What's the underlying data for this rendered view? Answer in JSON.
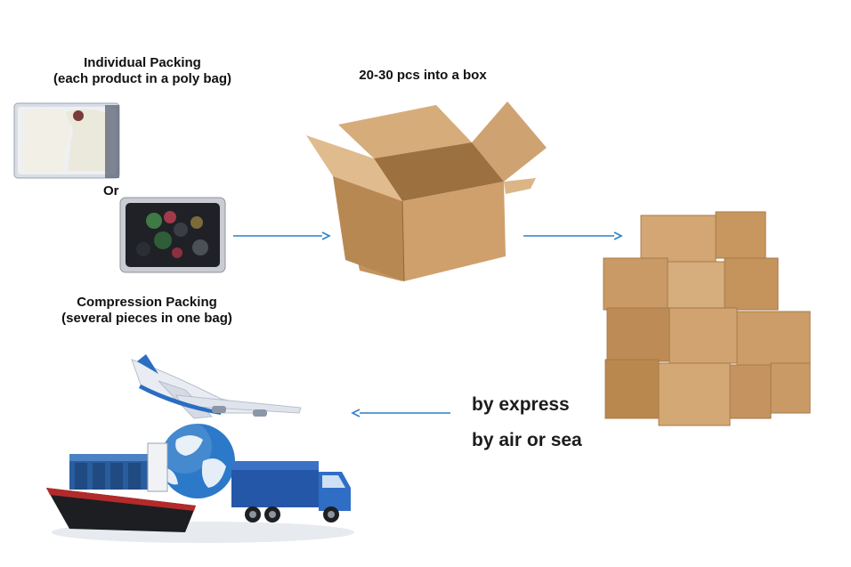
{
  "individual_packing": {
    "title": "Individual Packing",
    "subtitle": "(each product in a poly bag)"
  },
  "or_label": "Or",
  "compression_packing": {
    "title": "Compression Packing",
    "subtitle": "(several pieces in one bag)"
  },
  "box_label": "20-30 pcs into a box",
  "shipping": {
    "line1": "by express",
    "line2": "by air or sea"
  },
  "colors": {
    "arrow": "#2f7fc7",
    "cardboard": "#c99a66",
    "cardboard_dark": "#a87a48",
    "cardboard_light": "#dcb586",
    "plane": "#e9edf3",
    "plane_accent": "#2a6dc2",
    "truck": "#2557a8"
  }
}
